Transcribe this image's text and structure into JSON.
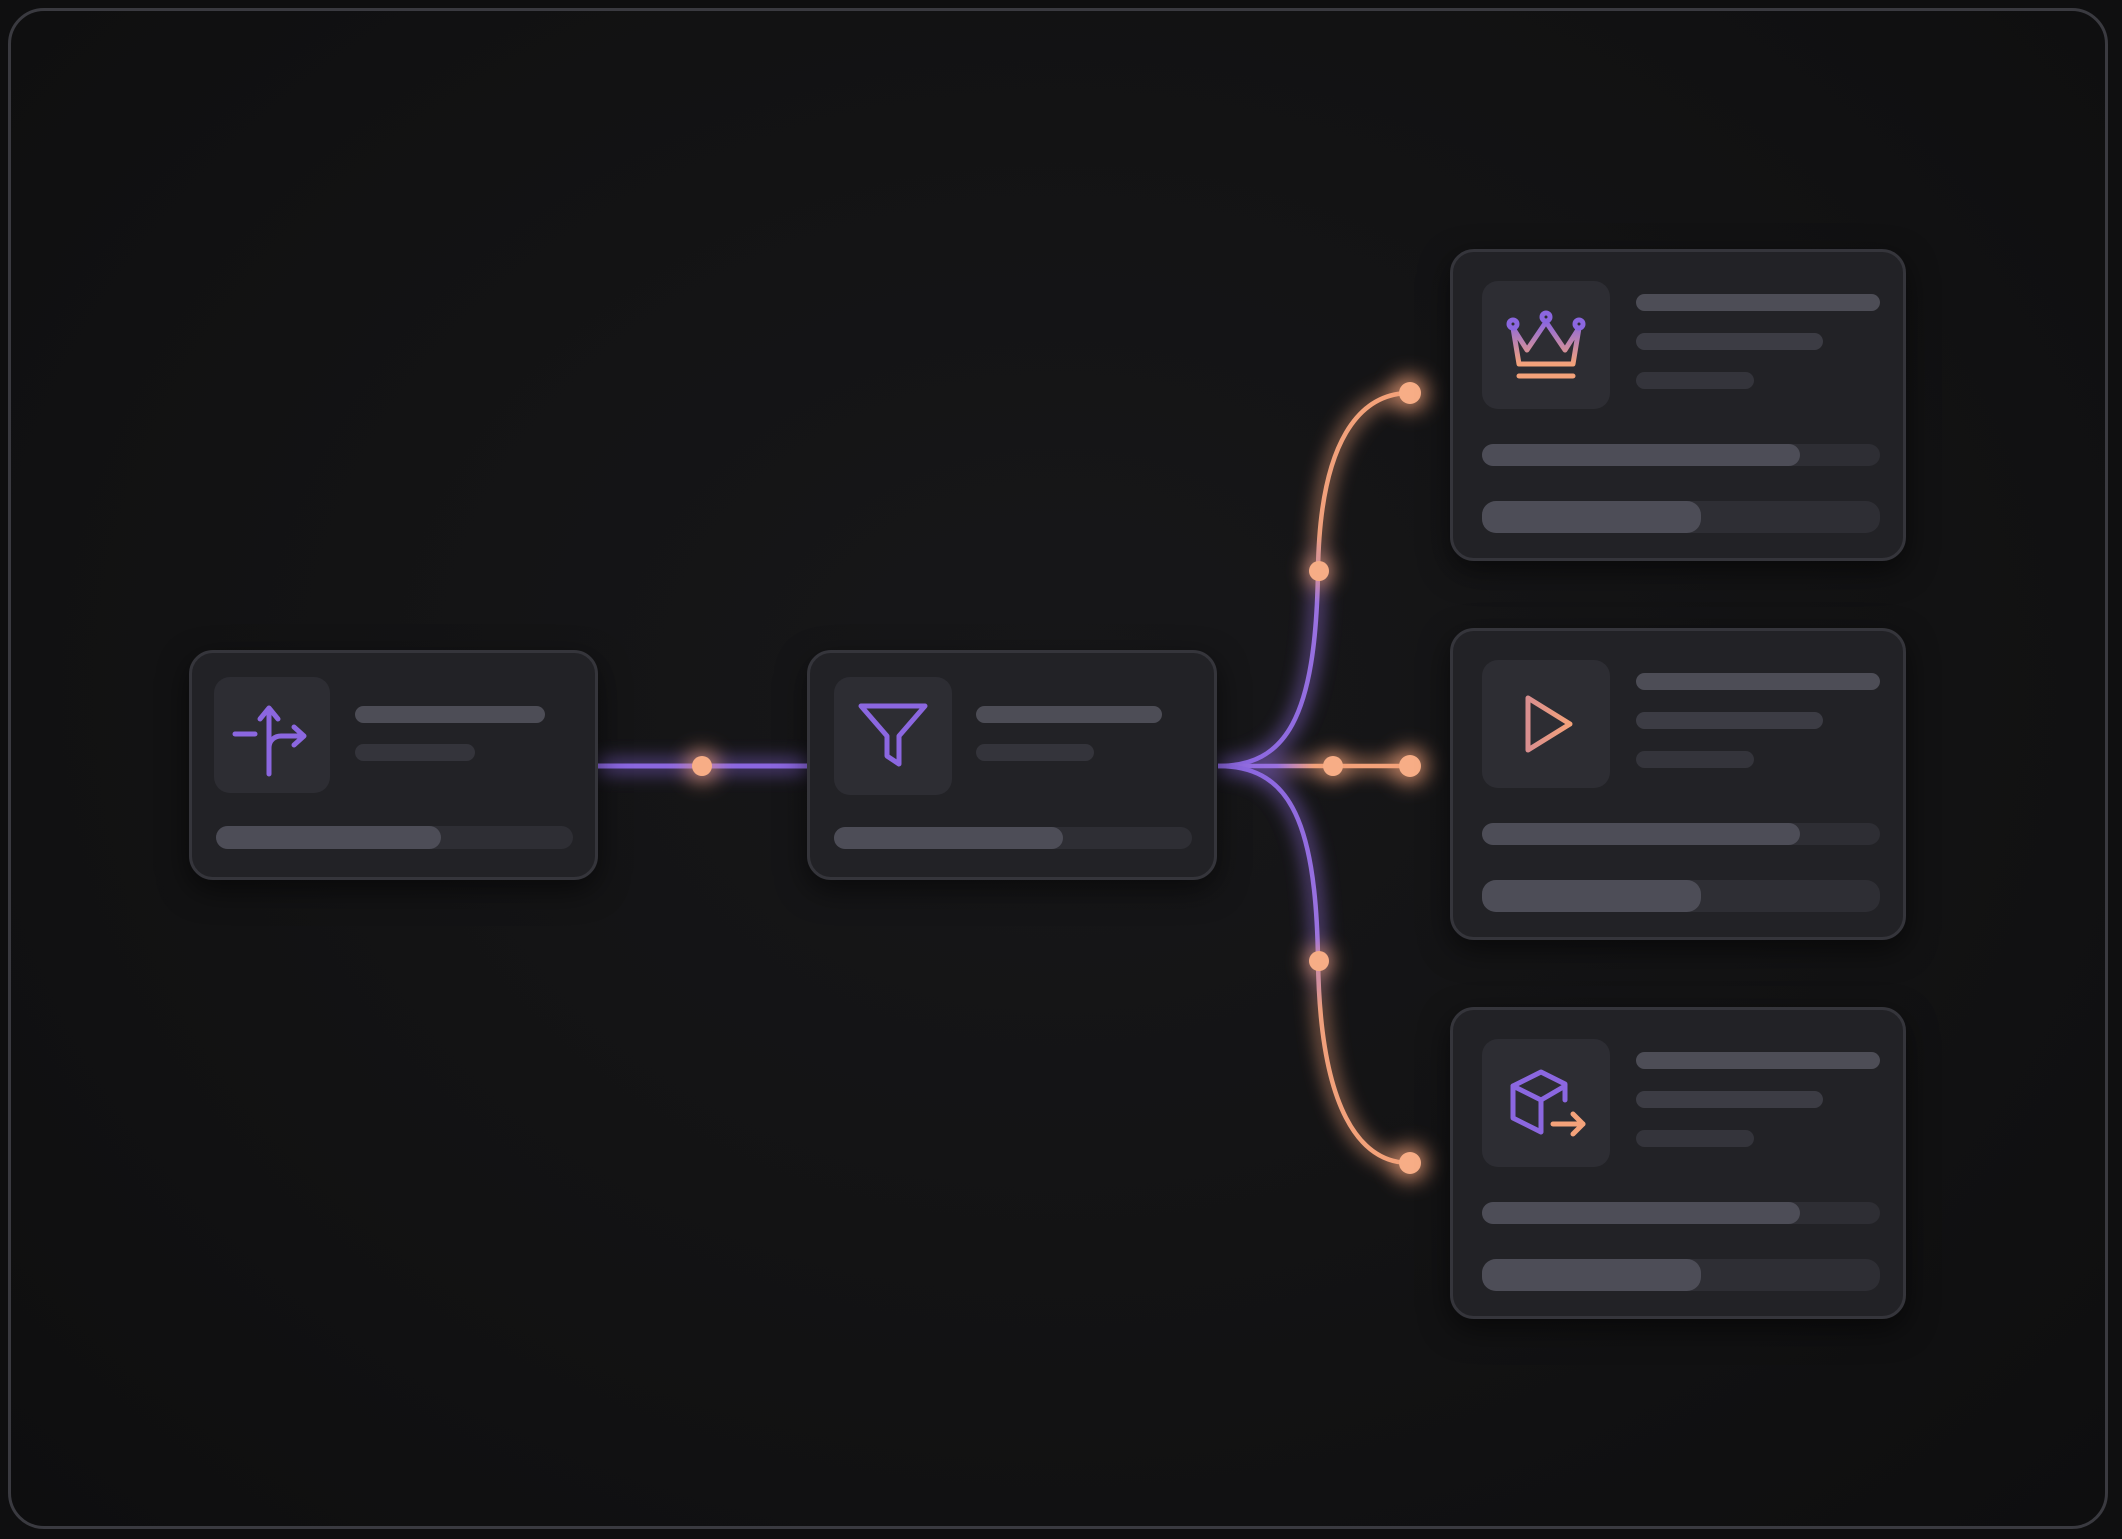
{
  "colors": {
    "background": "#121213",
    "card": "#222226",
    "card_border": "#35353b",
    "accent_purple": "#8b67e0",
    "accent_orange": "#f4a27a",
    "placeholder_line": "#4d4d56"
  },
  "nodes": [
    {
      "id": "source",
      "icon": "route-split-icon",
      "progress": 0.63
    },
    {
      "id": "filter",
      "icon": "filter-funnel-icon",
      "progress": 0.64
    },
    {
      "id": "premium",
      "icon": "crown-icon",
      "progress": [
        0.8,
        0.55
      ]
    },
    {
      "id": "play",
      "icon": "play-icon",
      "progress": [
        0.8,
        0.55
      ]
    },
    {
      "id": "export",
      "icon": "box-export-icon",
      "progress": [
        0.8,
        0.55
      ]
    }
  ],
  "edges": [
    {
      "from": "source",
      "to": "filter"
    },
    {
      "from": "filter",
      "to": "premium"
    },
    {
      "from": "filter",
      "to": "play"
    },
    {
      "from": "filter",
      "to": "export"
    }
  ]
}
